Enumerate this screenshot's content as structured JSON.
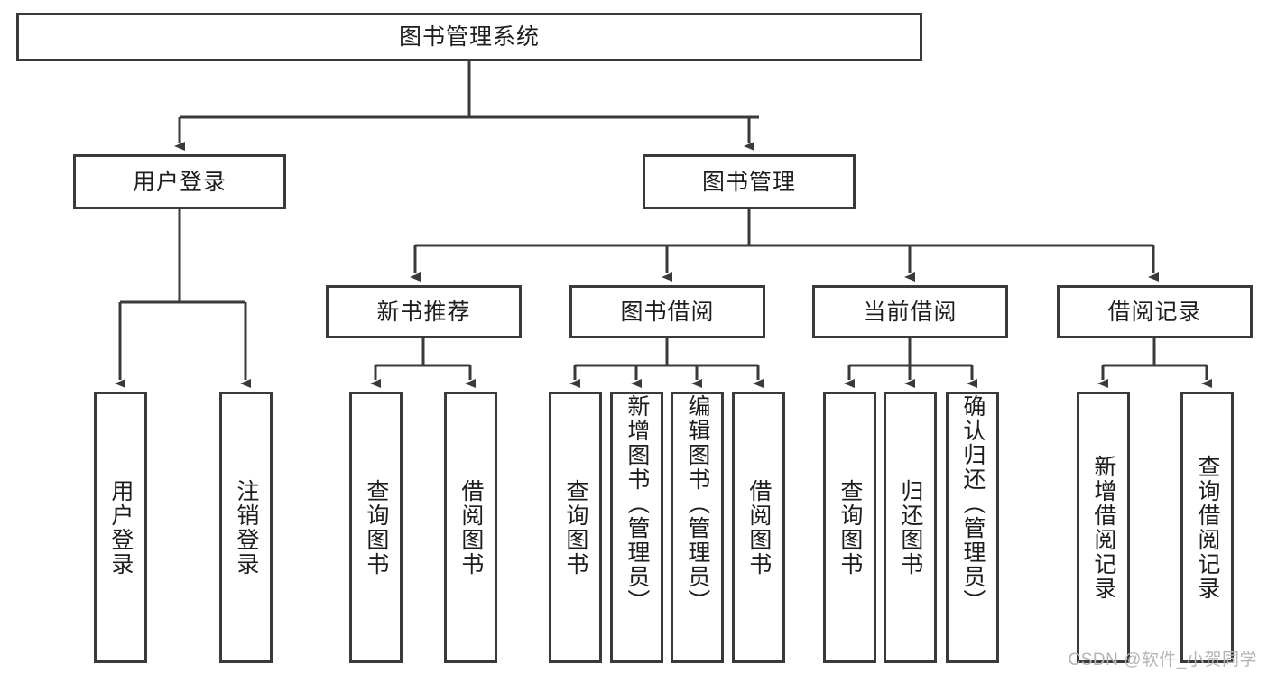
{
  "diagram": {
    "title": "图书管理系统",
    "watermark": "CSDN @软件_小贺同学",
    "colors": {
      "border": "#3a3a3a",
      "background": "#ffffff",
      "text": "#1d1d1d",
      "watermark": "#b6b6b6"
    },
    "nodes": {
      "root": {
        "label": "图书管理系统"
      },
      "level1": [
        {
          "id": "user-login",
          "label": "用户登录"
        },
        {
          "id": "book-management",
          "label": "图书管理"
        }
      ],
      "level2": [
        {
          "id": "new-book-recommend",
          "label": "新书推荐"
        },
        {
          "id": "book-borrow",
          "label": "图书借阅"
        },
        {
          "id": "current-borrow",
          "label": "当前借阅"
        },
        {
          "id": "borrow-record",
          "label": "借阅记录"
        }
      ],
      "leaves": {
        "user-login": [
          {
            "id": "leaf-user-login",
            "label": "用户登录"
          },
          {
            "id": "leaf-logout-login",
            "label": "注销登录"
          }
        ],
        "new-book-recommend": [
          {
            "id": "leaf-query-book-1",
            "label": "查询图书"
          },
          {
            "id": "leaf-borrow-book-1",
            "label": "借阅图书"
          }
        ],
        "book-borrow": [
          {
            "id": "leaf-query-book-2",
            "label": "查询图书"
          },
          {
            "id": "leaf-add-book",
            "label": "新增图书（管理员）"
          },
          {
            "id": "leaf-edit-book",
            "label": "编辑图书（管理员）"
          },
          {
            "id": "leaf-borrow-book-2",
            "label": "借阅图书"
          }
        ],
        "current-borrow": [
          {
            "id": "leaf-query-book-3",
            "label": "查询图书"
          },
          {
            "id": "leaf-return-book",
            "label": "归还图书"
          },
          {
            "id": "leaf-confirm-return",
            "label": "确认归还（管理员）"
          }
        ],
        "borrow-record": [
          {
            "id": "leaf-add-record",
            "label": "新增借阅记录"
          },
          {
            "id": "leaf-query-record",
            "label": "查询借阅记录"
          }
        ]
      }
    }
  }
}
